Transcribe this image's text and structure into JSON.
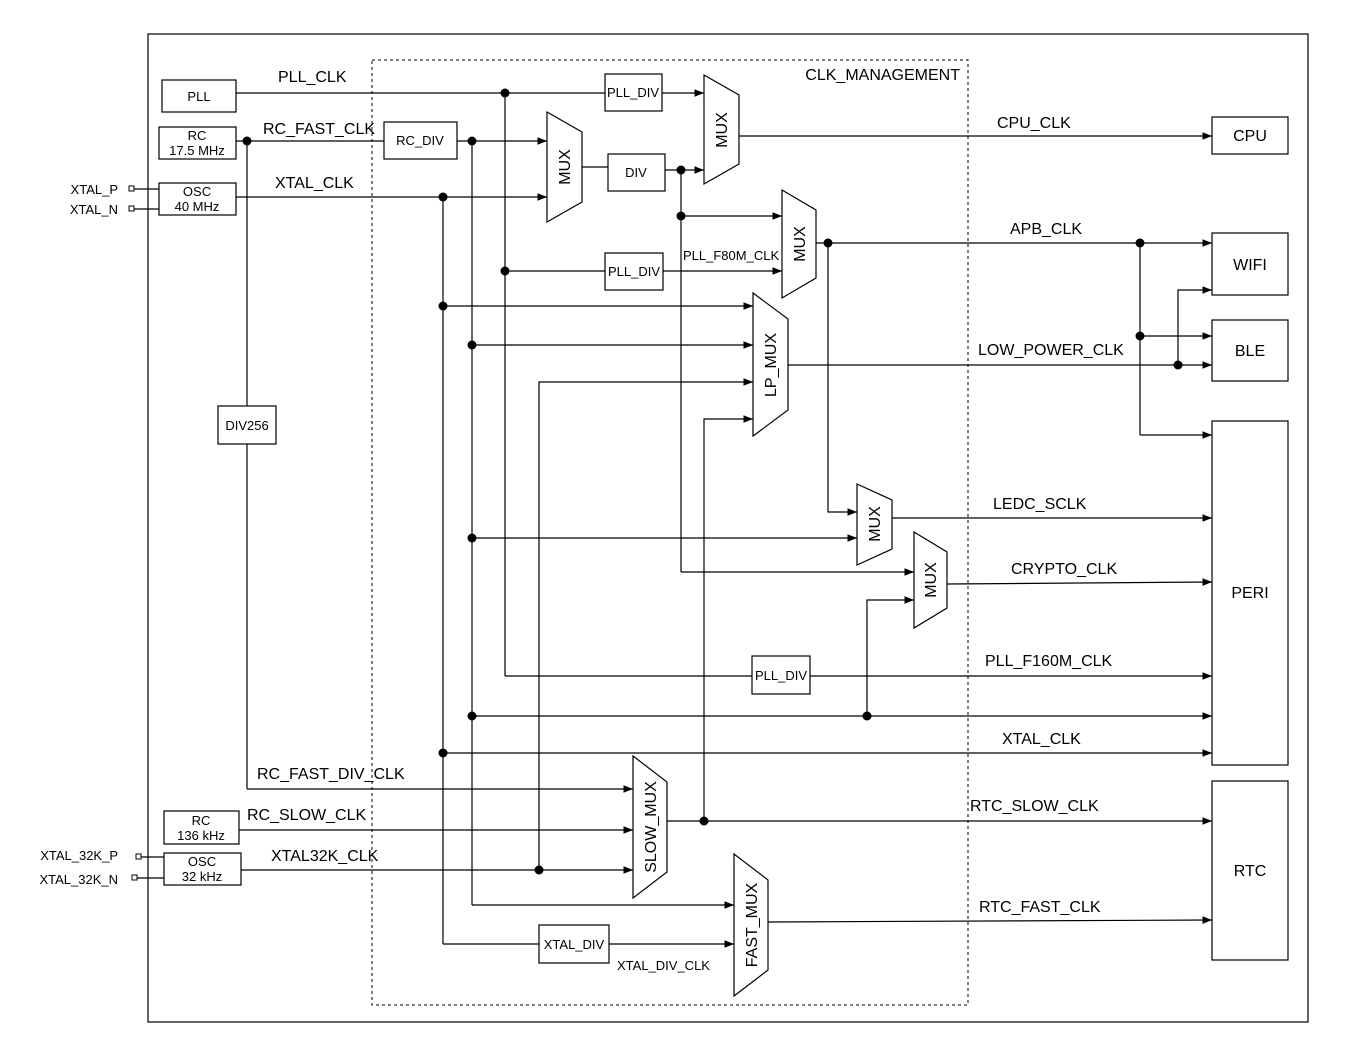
{
  "region_label": "CLK_MANAGEMENT",
  "sources": {
    "pll": "PLL",
    "rc_fast_name": "RC",
    "rc_fast_freq": "17.5 MHz",
    "osc_main_name": "OSC",
    "osc_main_freq": "40 MHz",
    "rc_slow_name": "RC",
    "rc_slow_freq": "136 kHz",
    "osc_32k_name": "OSC",
    "osc_32k_freq": "32 kHz",
    "div256": "DIV256"
  },
  "pins": {
    "xtal_p": "XTAL_P",
    "xtal_n": "XTAL_N",
    "xtal32k_p": "XTAL_32K_P",
    "xtal32k_n": "XTAL_32K_N"
  },
  "blocks": {
    "pll_div_1": "PLL_DIV",
    "rc_div": "RC_DIV",
    "div": "DIV",
    "pll_div_2": "PLL_DIV",
    "pll_div_3": "PLL_DIV",
    "xtal_div": "XTAL_DIV"
  },
  "muxes": {
    "mux_1": "MUX",
    "mux_cpu": "MUX",
    "mux_apb": "MUX",
    "lp_mux": "LP_MUX",
    "mux_ledc": "MUX",
    "mux_crypto": "MUX",
    "slow_mux": "SLOW_MUX",
    "fast_mux": "FAST_MUX"
  },
  "signals": {
    "pll_clk": "PLL_CLK",
    "rc_fast_clk": "RC_FAST_CLK",
    "xtal_clk": "XTAL_CLK",
    "cpu_clk": "CPU_CLK",
    "apb_clk": "APB_CLK",
    "pll_f80m_clk": "PLL_F80M_CLK",
    "low_power_clk": "LOW_POWER_CLK",
    "ledc_sclk": "LEDC_SCLK",
    "crypto_clk": "CRYPTO_CLK",
    "pll_f160m_clk": "PLL_F160M_CLK",
    "xtal_clk_out": "XTAL_CLK",
    "rc_fast_div_clk": "RC_FAST_DIV_CLK",
    "rc_slow_clk": "RC_SLOW_CLK",
    "xtal32k_clk": "XTAL32K_CLK",
    "rtc_slow_clk": "RTC_SLOW_CLK",
    "rtc_fast_clk": "RTC_FAST_CLK",
    "xtal_div_clk": "XTAL_DIV_CLK"
  },
  "destinations": {
    "cpu": "CPU",
    "wifi": "WIFI",
    "ble": "BLE",
    "peri": "PERI",
    "rtc": "RTC"
  }
}
